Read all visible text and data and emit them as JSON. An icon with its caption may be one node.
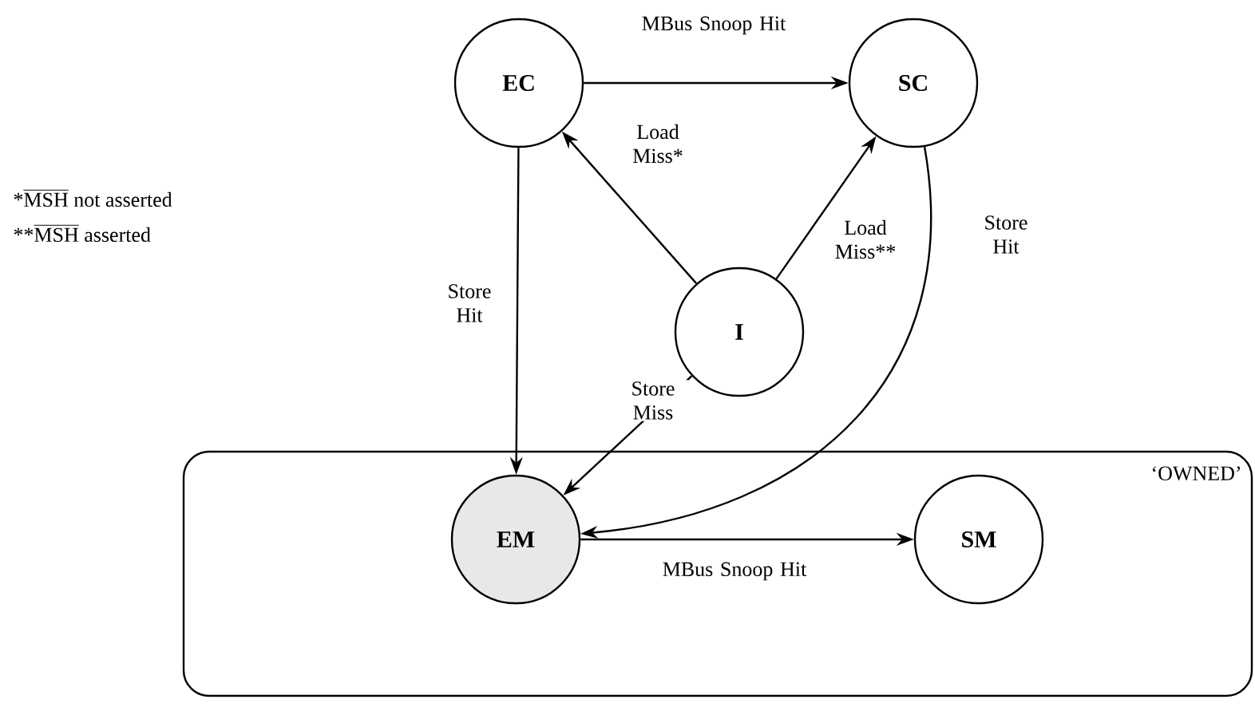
{
  "diagram": {
    "nodes": [
      {
        "text": [
          "EC"
        ]
      },
      {
        "text": [
          "SC"
        ]
      },
      {
        "text": [
          "I"
        ]
      },
      {
        "text": [
          "‘OWNED’"
        ]
      },
      {
        "text": [
          "EM"
        ],
        "in": 3
      },
      {
        "text": [
          "SM"
        ],
        "in": 3
      }
    ],
    "edges": [
      {
        "from": 0,
        "to": 1,
        "arrow": "to",
        "label": "MBus Snoop Hit"
      },
      {
        "from": 2,
        "to": 0,
        "arrow": "to",
        "label": "Load Miss*"
      },
      {
        "from": 2,
        "to": 1,
        "arrow": "to",
        "label": "Load Miss**"
      },
      {
        "from": 0,
        "to": 4,
        "arrow": "to",
        "label": "Store Hit"
      },
      {
        "from": 2,
        "to": 4,
        "arrow": "to",
        "label": "Store Miss"
      },
      {
        "from": 1,
        "to": 4,
        "arrow": "to",
        "label": "Store Hit"
      },
      {
        "from": 4,
        "to": 5,
        "arrow": "to",
        "label": "MBus Snoop Hit"
      }
    ],
    "labels": [
      "\\text{*}\\overline{\\text{MSH}}\\text{ not asserted}",
      "\\text{**}\\overline{\\text{MSH}}\\text{ asserted}"
    ]
  }
}
